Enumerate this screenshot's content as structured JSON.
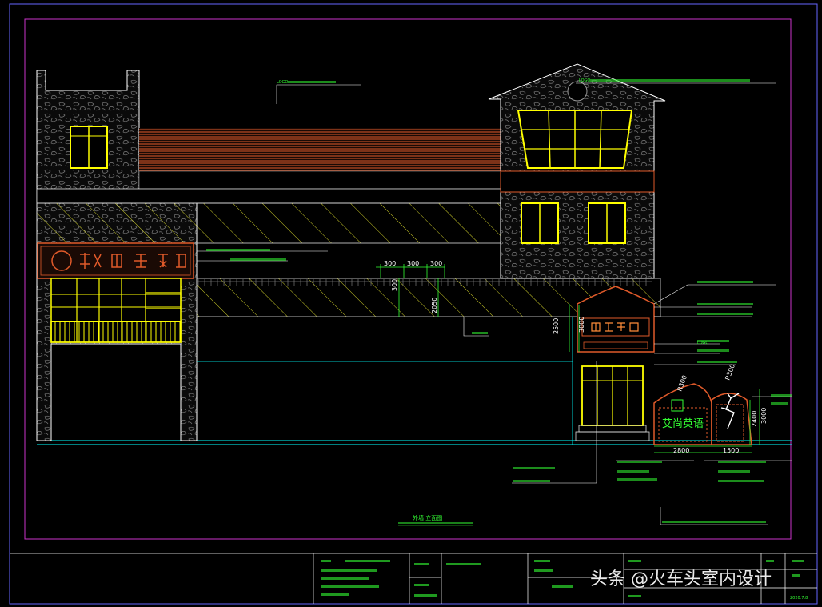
{
  "drawing": {
    "dimensions": {
      "top_spacing": [
        "300",
        "300",
        "300"
      ],
      "left_verticals": [
        "300",
        "2050"
      ],
      "entry_heights": [
        "2500",
        "3000"
      ],
      "booth_widths": [
        "2800",
        "1500"
      ],
      "booth_heights": [
        "2400",
        "3000"
      ],
      "booth_top": [
        "R300",
        "R300"
      ]
    },
    "callouts": {
      "logo_top": "LOGO",
      "logo_right": "LOGO",
      "logo_mid": "LOGO"
    },
    "view_title": "外墙 立面图"
  },
  "title_block": {
    "sheet_no": "2020.7.8"
  },
  "watermark": {
    "text": "头条 @火车头室内设计"
  },
  "colors": {
    "yellow": "#ffff00",
    "green": "#33ff33",
    "cyan": "#00ffff",
    "orange": "#e05a2a",
    "white": "#ffffff",
    "grey": "#9a9a9a",
    "magenta": "#cc33cc",
    "blue": "#6666ff"
  }
}
